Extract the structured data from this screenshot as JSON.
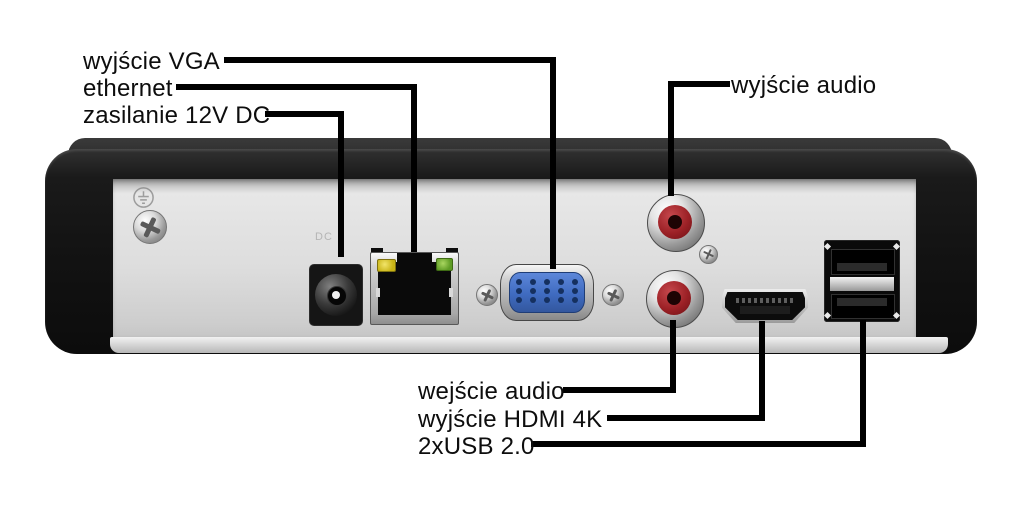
{
  "callouts": {
    "vga": {
      "label": "wyjście VGA"
    },
    "ethernet": {
      "label": "ethernet"
    },
    "power": {
      "label": "zasilanie 12V DC"
    },
    "audio_out": {
      "label": "wyjście audio"
    },
    "audio_in": {
      "label": "wejście audio"
    },
    "hdmi": {
      "label": "wyjście HDMI 4K"
    },
    "usb": {
      "label": "2xUSB 2.0"
    }
  },
  "panel": {
    "dc_marking": "DC"
  },
  "ports": [
    "ground-screw",
    "dc-power-jack",
    "ethernet-rj45",
    "vga-dsub15",
    "rca-audio-out",
    "rca-audio-in",
    "hdmi-port",
    "dual-usb-2.0"
  ],
  "colors": {
    "background": "#ffffff",
    "case_black": "#141414",
    "panel_silver": "#d9d9d9",
    "callout_line": "#000000",
    "vga_blue": "#3f6bc0",
    "rca_red": "#9c2126",
    "led_yellow": "#d3c52c",
    "led_green": "#6fae35"
  }
}
